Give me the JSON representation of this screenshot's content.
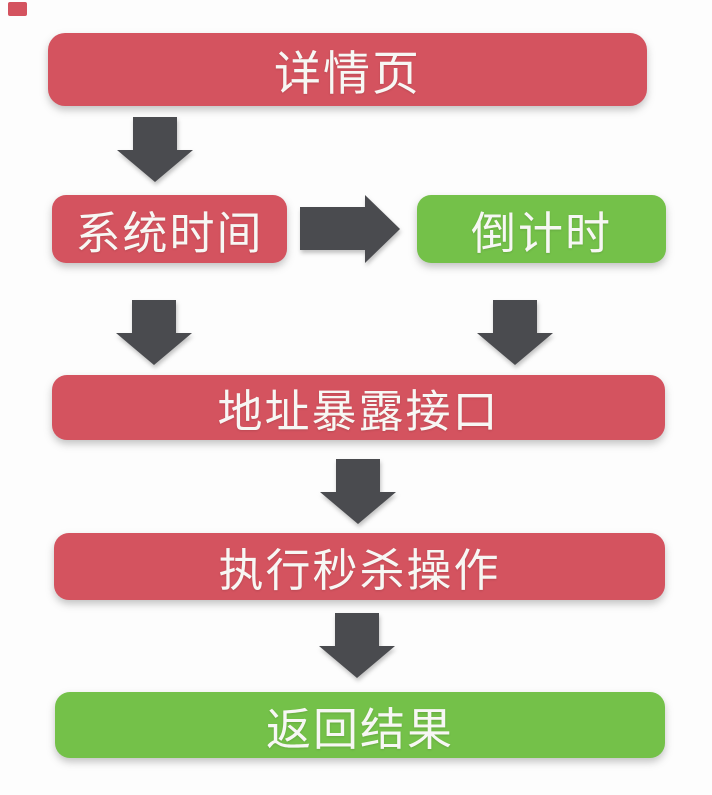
{
  "page": {
    "background": "#fdfdfd"
  },
  "colors": {
    "node_red": "#d4535f",
    "node_green": "#74c149",
    "arrow_gray": "#4a4b4f",
    "label_text": "#f7f7f4"
  },
  "flowchart": {
    "nodes": [
      {
        "id": "detail-page",
        "label": "详情页",
        "color": "red"
      },
      {
        "id": "system-time",
        "label": "系统时间",
        "color": "red"
      },
      {
        "id": "countdown",
        "label": "倒计时",
        "color": "green"
      },
      {
        "id": "address-expose-api",
        "label": "地址暴露接口",
        "color": "red"
      },
      {
        "id": "execute-seckill",
        "label": "执行秒杀操作",
        "color": "red"
      },
      {
        "id": "return-result",
        "label": "返回结果",
        "color": "green"
      }
    ],
    "edges": [
      {
        "from": "detail-page",
        "to": "system-time",
        "direction": "down"
      },
      {
        "from": "system-time",
        "to": "countdown",
        "direction": "right"
      },
      {
        "from": "system-time",
        "to": "address-expose-api",
        "direction": "down"
      },
      {
        "from": "countdown",
        "to": "address-expose-api",
        "direction": "down"
      },
      {
        "from": "address-expose-api",
        "to": "execute-seckill",
        "direction": "down"
      },
      {
        "from": "execute-seckill",
        "to": "return-result",
        "direction": "down"
      }
    ]
  }
}
